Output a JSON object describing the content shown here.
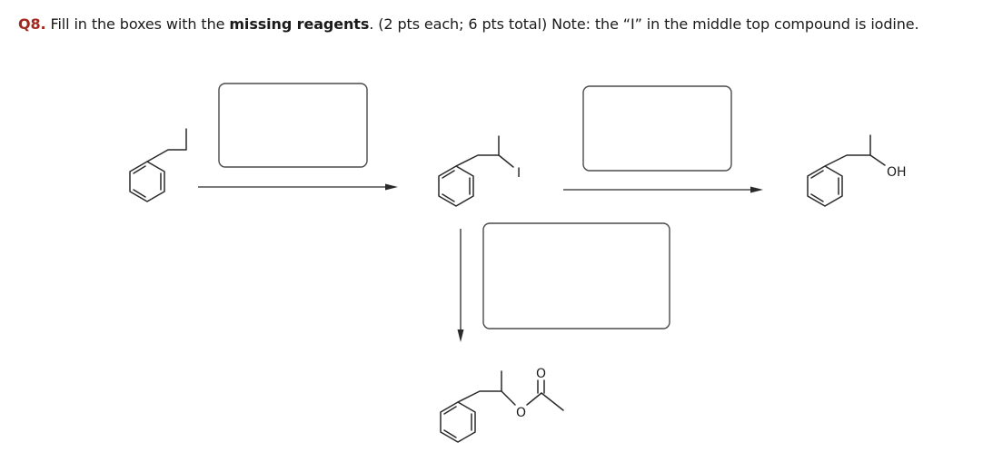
{
  "question": {
    "number": "Q8.",
    "text_1": " Fill in the boxes with the ",
    "bold_text": "missing reagents",
    "text_2": ". (2 pts each; 6 pts total) Note: the “I” in the middle top compound is iodine."
  },
  "labels": {
    "iodine": "I",
    "hydroxyl": "OH",
    "ester_ether_oxygen": "O",
    "carbonyl_oxygen": "O"
  },
  "answer_boxes": [
    {
      "name": "reagent-box-1",
      "value": ""
    },
    {
      "name": "reagent-box-2",
      "value": ""
    },
    {
      "name": "reagent-box-3",
      "value": ""
    }
  ],
  "colors": {
    "question_number": "#a3271d",
    "text": "#1a1a1a",
    "lines": "#2a2a2a"
  }
}
